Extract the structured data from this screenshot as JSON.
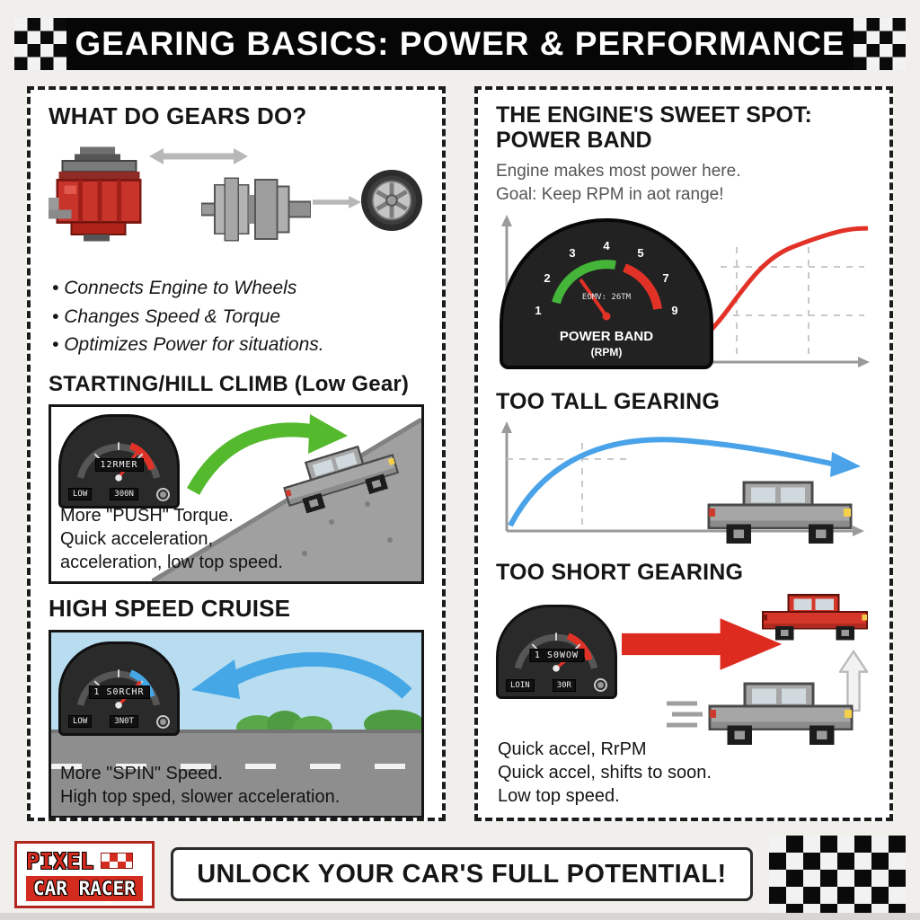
{
  "header": {
    "title": "GEARING BASICS: POWER & PERFORMANCE"
  },
  "left": {
    "gears": {
      "title": "WHAT DO GEARS DO?",
      "bullets": [
        "Connects Engine to Wheels",
        "Changes Speed & Torque",
        "Optimizes Power for situations."
      ]
    },
    "hill": {
      "title": "STARTING/HILL CLIMB (Low Gear)",
      "gauge": {
        "lcd": "12RMER",
        "left": "LOW",
        "right": "300N"
      },
      "caption": [
        "More \"PUSH\" Torque.",
        "Quick acceleration,",
        "acceleration, low top speed."
      ]
    },
    "cruise": {
      "title": "HIGH SPEED CRUISE",
      "gauge": {
        "lcd": "1 S0RCHR",
        "left": "LOW",
        "right": "3N0T"
      },
      "caption": [
        "More \"SPIN\" Speed.",
        "High top sped, slower acceleration."
      ]
    }
  },
  "right": {
    "sweet": {
      "title1": "THE ENGINE'S SWEET SPOT:",
      "title2": "POWER BAND",
      "sub": [
        "Engine makes most power here.",
        "Goal: Keep RPM in aot range!"
      ],
      "gauge": {
        "numbers": [
          "1",
          "2",
          "3",
          "4",
          "5",
          "7",
          "9"
        ],
        "lcd": "EOMV: 26TM",
        "label1": "POWER BAND",
        "label2": "(RPM)"
      }
    },
    "tall": {
      "title": "TOO TALL GEARING"
    },
    "short": {
      "title": "TOO SHORT GEARING",
      "gauge": {
        "lcd": "1 S0WOW",
        "left": "LOIN",
        "right": "30R"
      },
      "caption": [
        "Quick accel, RrPM",
        "Quick accel, shifts to soon.",
        "Low top speed."
      ]
    }
  },
  "footer": {
    "logo1": "PIXEL",
    "logo2": "CAR RACER",
    "banner": "UNLOCK YOUR CAR'S FULL POTENTIAL!"
  }
}
